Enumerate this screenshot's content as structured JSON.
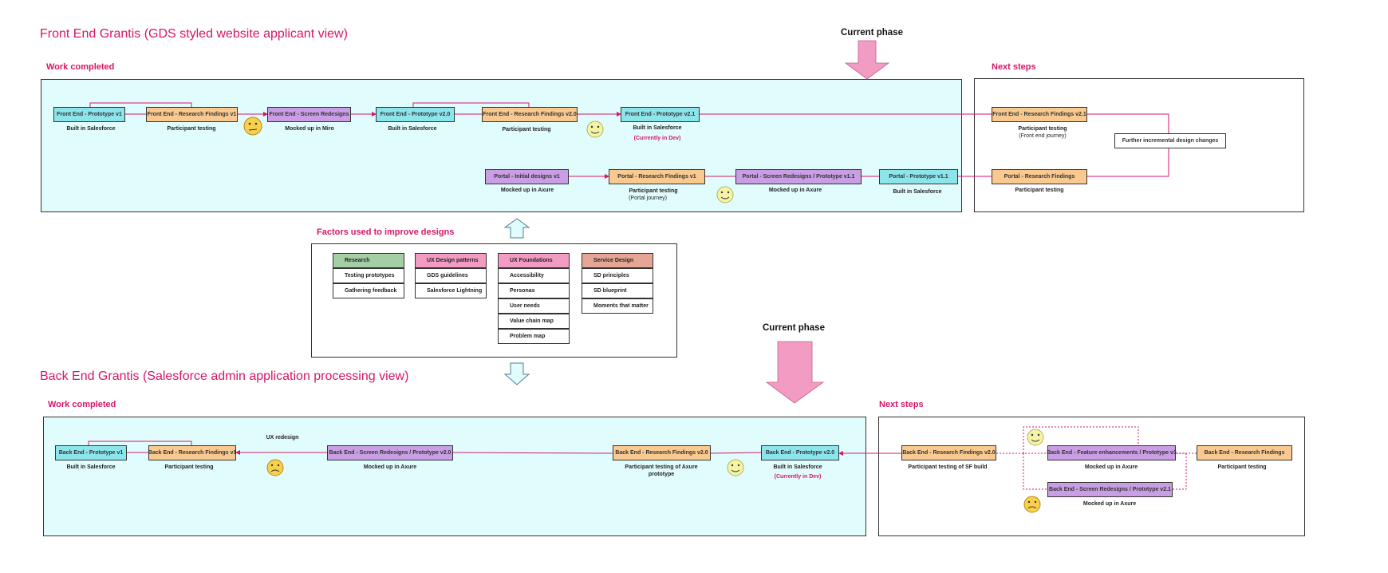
{
  "front": {
    "title": "Front End Grantis (GDS styled website applicant view)",
    "work_completed": "Work completed",
    "next_steps": "Next steps",
    "current_phase": "Current phase",
    "nodes": {
      "proto_v1": "Front End - Prototype v1",
      "research_v1": "Front End - Research Findings v1",
      "screen_redesigns": "Front End - Screen Redesigns",
      "proto_v20": "Front End - Prototype v2.0",
      "research_v20": "Front End - Research Findings v2.0",
      "proto_v21": "Front End - Prototype v2.1",
      "portal_initial": "Portal - Initial designs v1",
      "portal_research_v1": "Portal - Research Findings v1",
      "portal_redesigns": "Portal - Screen Redesigns / Prototype v1.1",
      "portal_proto_v11": "Portal - Prototype v1.1",
      "next_research_v21": "Front End - Research Findings v2.1",
      "next_portal_research": "Portal - Research Findings",
      "further_changes": "Further incremental design changes"
    },
    "captions": {
      "built_sf_1": "Built in Salesforce",
      "participant_1": "Participant testing",
      "miro": "Mocked up in Miro",
      "built_sf_2": "Built in Salesforce",
      "participant_2": "Participant testing",
      "built_sf_3": "Built in Salesforce",
      "in_dev": "(Currently in Dev)",
      "portal_axure": "Mocked up in Axure",
      "portal_participant": "Participant testing",
      "portal_journey": "(Portal journey)",
      "portal_axure_2": "Mocked up in Axure",
      "portal_built_sf": "Built in Salesforce",
      "next_participant": "Participant testing",
      "next_journey": "(Front end journey)",
      "next_portal_participant": "Participant testing"
    }
  },
  "factors": {
    "title": "Factors used to improve designs",
    "columns": [
      {
        "head": "Research",
        "color": "#a4cfa4",
        "items": [
          "Testing prototypes",
          "Gathering feedback"
        ]
      },
      {
        "head": "UX Design patterns",
        "color": "#f29cc3",
        "items": [
          "GDS guidelines",
          "Salesforce Lightning"
        ]
      },
      {
        "head": "UX Foundations",
        "color": "#f29cc3",
        "items": [
          "Accessibility",
          "Personas",
          "User needs",
          "Value chain map",
          "Problem map"
        ]
      },
      {
        "head": "Service Design",
        "color": "#e6a696",
        "items": [
          "SD principles",
          "SD blueprint",
          "Moments that matter"
        ]
      }
    ]
  },
  "back": {
    "title": "Back End Grantis (Salesforce admin application processing view)",
    "work_completed": "Work completed",
    "next_steps": "Next steps",
    "current_phase": "Current phase",
    "ux_redesign": "UX redesign",
    "nodes": {
      "proto_v1": "Back End - Prototype v1",
      "research_v1": "Back End - Research Findings v1",
      "redesigns_v20": "Back End - Screen Redesigns / Prototype v2.0",
      "research_v20": "Back End - Research Findings v2.0",
      "proto_v20": "Back End - Prototype v2.0",
      "next_research_v20": "Back End - Research Findings v2.0",
      "feature_v3": "Back End - Feature enhancements / Prototype v3",
      "redesigns_v21": "Back End - Screen Redesigns / Prototype v2.1",
      "next_research": "Back End - Research Findings"
    },
    "captions": {
      "built_sf_1": "Built in Salesforce",
      "participant_1": "Participant testing",
      "axure_1": "Mocked up in Axure",
      "participant_axure": "Participant testing of Axure",
      "prototype_word": "prototype",
      "built_sf_2": "Built in Salesforce",
      "in_dev": "(Currently in Dev)",
      "participant_sf": "Participant testing of SF build",
      "axure_2": "Mocked up in Axure",
      "axure_3": "Mocked up in Axure",
      "participant_2": "Participant testing"
    }
  },
  "colors": {
    "accent": "#d6166a",
    "panel_blue": "#e1fcfd",
    "teal": "#8de5ec",
    "orange": "#f9c98f",
    "purple": "#c99ee4",
    "phase_arrow": "#f29cc3"
  },
  "icons": {
    "neutral": "neutral-face-icon",
    "smile": "smile-face-icon",
    "sad": "sad-face-icon",
    "arrow_up": "hollow-arrow-up-icon",
    "arrow_down": "hollow-arrow-down-icon"
  }
}
